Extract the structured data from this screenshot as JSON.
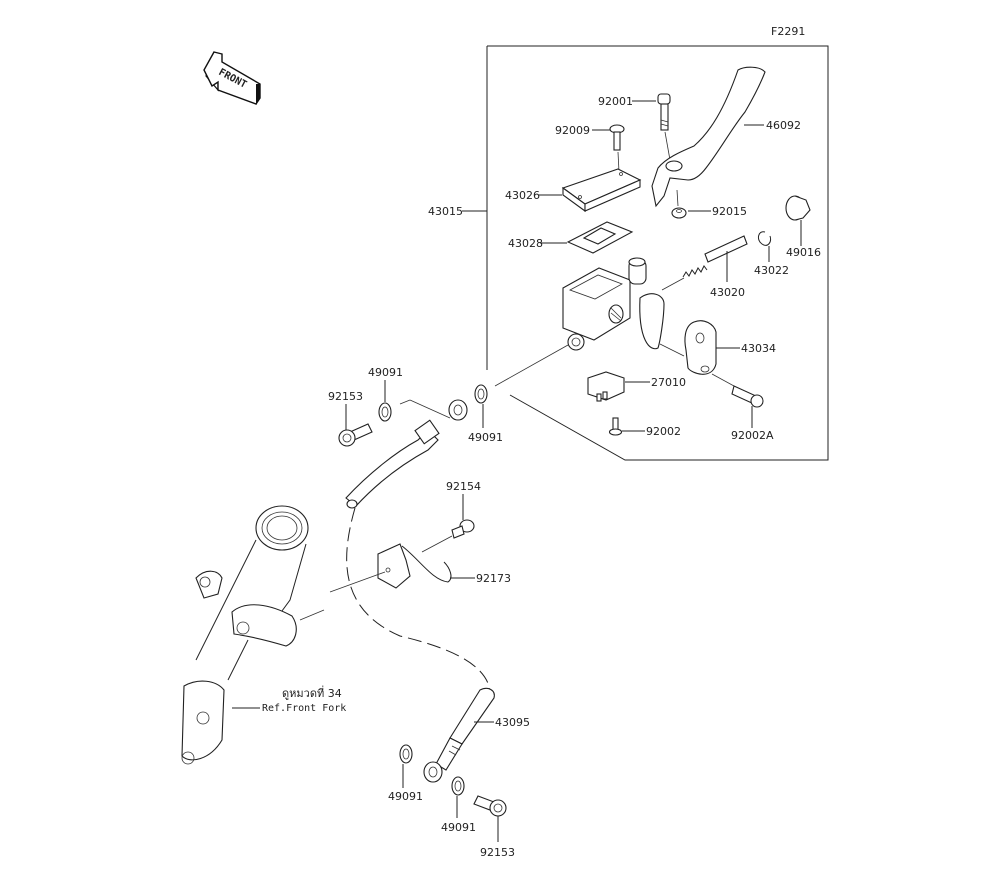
{
  "diagram": {
    "figure_code": "F2291",
    "front_indicator": "FRONT",
    "assembly_label": "43015",
    "parts": [
      {
        "id": "p92001",
        "number": "92001",
        "name": "bolt"
      },
      {
        "id": "p92009",
        "number": "92009",
        "name": "screw"
      },
      {
        "id": "p46092",
        "number": "46092",
        "name": "brake-lever"
      },
      {
        "id": "p43026",
        "number": "43026",
        "name": "reservoir-cap"
      },
      {
        "id": "p92015",
        "number": "92015",
        "name": "nut"
      },
      {
        "id": "p43028",
        "number": "43028",
        "name": "diaphragm"
      },
      {
        "id": "p49016",
        "number": "49016",
        "name": "boot"
      },
      {
        "id": "p43022",
        "number": "43022",
        "name": "circlip"
      },
      {
        "id": "p43020",
        "number": "43020",
        "name": "piston-kit"
      },
      {
        "id": "p43034",
        "number": "43034",
        "name": "clamp"
      },
      {
        "id": "p27010",
        "number": "27010",
        "name": "brake-switch"
      },
      {
        "id": "p92002",
        "number": "92002",
        "name": "screw"
      },
      {
        "id": "p92002A",
        "number": "92002A",
        "name": "bolt"
      },
      {
        "id": "p49091a",
        "number": "49091",
        "name": "washer"
      },
      {
        "id": "p49091b",
        "number": "49091",
        "name": "washer"
      },
      {
        "id": "p92153a",
        "number": "92153",
        "name": "banjo-bolt"
      },
      {
        "id": "p92154",
        "number": "92154",
        "name": "bolt"
      },
      {
        "id": "p92173",
        "number": "92173",
        "name": "hose-clamp"
      },
      {
        "id": "p43095",
        "number": "43095",
        "name": "brake-hose"
      },
      {
        "id": "p49091c",
        "number": "49091",
        "name": "washer"
      },
      {
        "id": "p49091d",
        "number": "49091",
        "name": "washer"
      },
      {
        "id": "p92153b",
        "number": "92153",
        "name": "banjo-bolt"
      }
    ],
    "reference": {
      "thai": "ดูหมวดที่ 34",
      "english": "Ref.Front Fork"
    }
  }
}
